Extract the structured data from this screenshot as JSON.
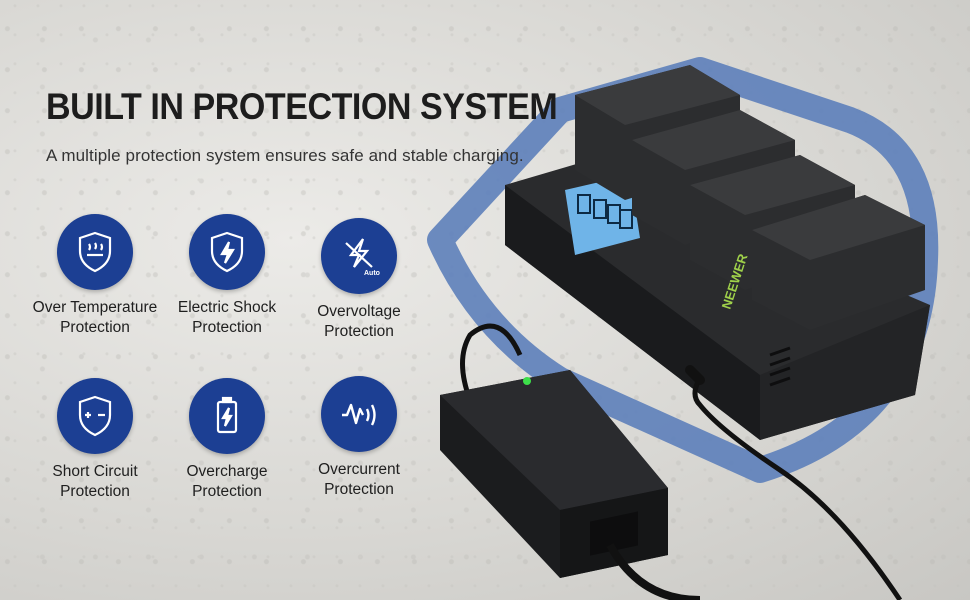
{
  "heading": "BUILT IN PROTECTION SYSTEM",
  "subheading": "A multiple protection system ensures safe and stable charging.",
  "features": [
    {
      "label": "Over Temperature\nProtection",
      "icon": "heat-waves-shield-icon"
    },
    {
      "label": "Electric Shock\nProtection",
      "icon": "lightning-shield-icon"
    },
    {
      "label": "Overvoltage\nProtection",
      "icon": "crossed-lightning-auto-icon",
      "badge": "Auto"
    },
    {
      "label": "Short Circuit\nProtection",
      "icon": "plus-minus-shield-icon"
    },
    {
      "label": "Overcharge\nProtection",
      "icon": "battery-bolt-icon"
    },
    {
      "label": "Overcurrent\nProtection",
      "icon": "pulse-wave-icon"
    }
  ],
  "product": {
    "brand": "NEEWER"
  },
  "colors": {
    "accent": "#1c3f93",
    "shield": "#5d7fba",
    "charger": "#1e1f21"
  }
}
